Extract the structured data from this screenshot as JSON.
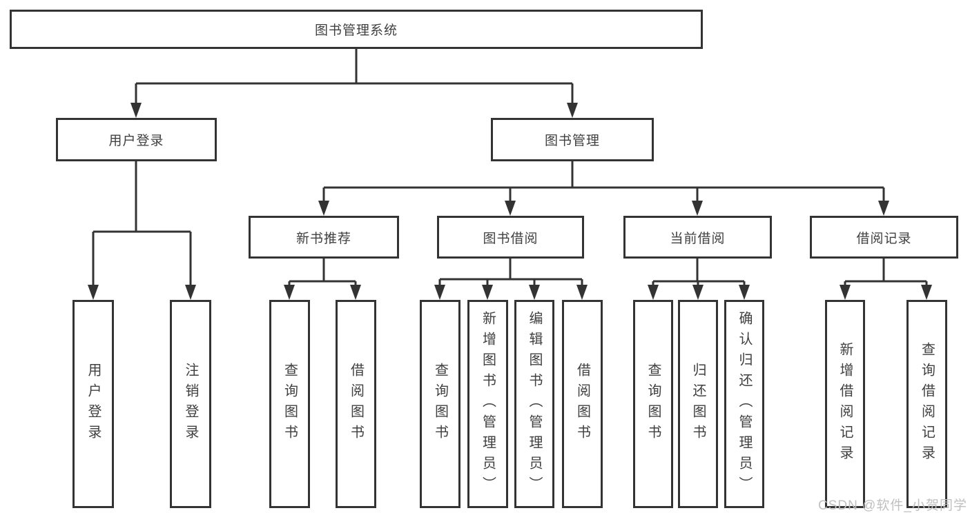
{
  "diagram": {
    "title": "图书管理系统",
    "level2": {
      "user_login": "用户登录",
      "book_management": "图书管理"
    },
    "level3": {
      "new_book_recommend": "新书推荐",
      "book_borrow": "图书借阅",
      "current_borrow": "当前借阅",
      "borrow_records": "借阅记录"
    },
    "leaves": {
      "user_login": [
        "用户登录",
        "注销登录"
      ],
      "new_book_recommend": [
        "查询图书",
        "借阅图书"
      ],
      "book_borrow": [
        "查询图书",
        "新增图书（管理员）",
        "编辑图书（管理员）",
        "借阅图书"
      ],
      "current_borrow": [
        "查询图书",
        "归还图书",
        "确认归还（管理员）"
      ],
      "borrow_records": [
        "新增借阅记录",
        "查询借阅记录"
      ]
    }
  },
  "watermark": "CSDN @软件_小贺同学",
  "colors": {
    "line": "#333333",
    "text": "#3f3f3f",
    "watermark": "#c0c0c0",
    "background": "#ffffff"
  }
}
